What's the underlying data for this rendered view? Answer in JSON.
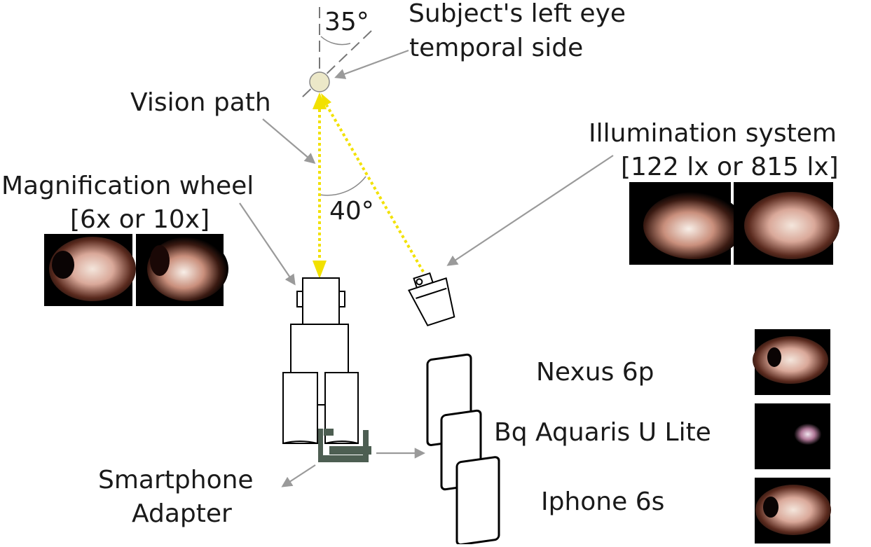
{
  "labels": {
    "angle_top": "35°",
    "angle_bottom": "40°",
    "subject_line1": "Subject's left eye",
    "subject_line2": "temporal side",
    "vision_path": "Vision path",
    "illumination_line1": "Illumination system",
    "illumination_line2": "[122 lx or 815 lx]",
    "magnification_line1": "Magnification wheel",
    "magnification_line2": "[6x or 10x]",
    "adapter_line1": "Smartphone",
    "adapter_line2": "Adapter"
  },
  "phones": [
    "Nexus 6p",
    "Bq Aquaris U Lite",
    "Iphone 6s"
  ],
  "colors": {
    "beam": "#f2e100",
    "arrow": "#9a9a9a",
    "adapter": "#4d5e52",
    "eye_fill": "#ece8c8"
  }
}
